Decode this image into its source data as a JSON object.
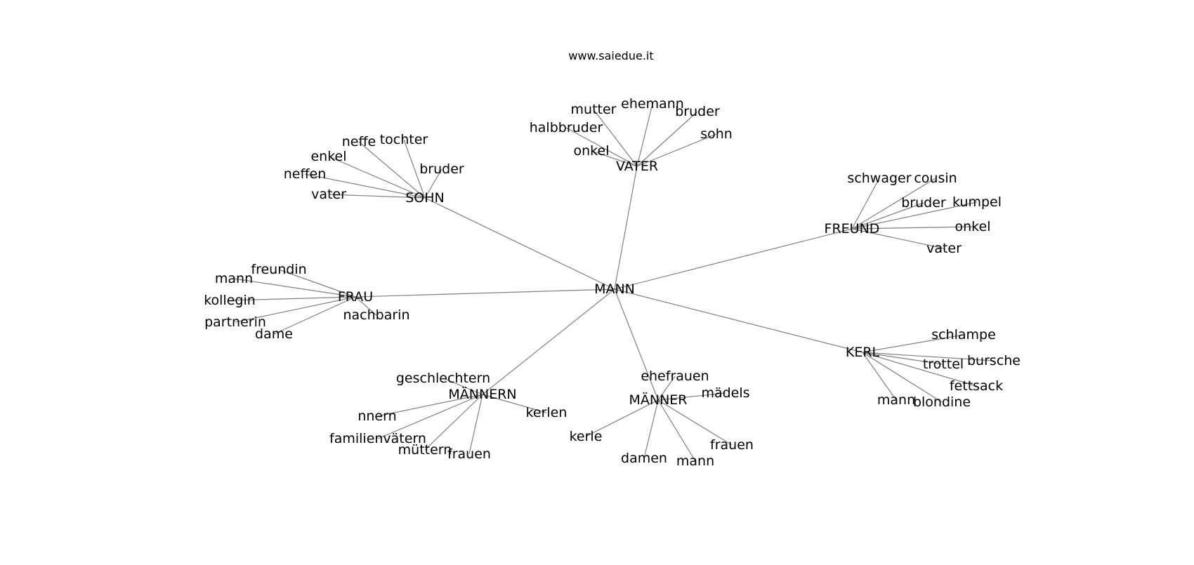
{
  "watermark": "www.saiedue.it",
  "colors": {
    "edge": "#808080",
    "text": "#000000",
    "background": "#ffffff"
  },
  "graph": {
    "center": "MANN",
    "clusters": [
      {
        "hub": "VATER",
        "children": [
          "mutter",
          "ehemann",
          "bruder",
          "halbbruder",
          "sohn",
          "onkel"
        ]
      },
      {
        "hub": "SOHN",
        "children": [
          "neffe",
          "tochter",
          "enkel",
          "bruder",
          "neffen",
          "vater"
        ]
      },
      {
        "hub": "FREUND",
        "children": [
          "schwager",
          "cousin",
          "bruder",
          "kumpel",
          "onkel",
          "vater"
        ]
      },
      {
        "hub": "FRAU",
        "children": [
          "freundin",
          "mann",
          "kollegin",
          "nachbarin",
          "partnerin",
          "dame"
        ]
      },
      {
        "hub": "KERL",
        "children": [
          "schlampe",
          "bursche",
          "trottel",
          "fettsack",
          "mann",
          "blondine"
        ]
      },
      {
        "hub": "MÄNNERN",
        "children": [
          "geschlechtern",
          "kerlen",
          "nnern",
          "familienvätern",
          "müttern",
          "frauen"
        ]
      },
      {
        "hub": "MÄNNER",
        "children": [
          "ehefrauen",
          "mädels",
          "kerle",
          "frauen",
          "damen",
          "mann"
        ]
      }
    ]
  }
}
